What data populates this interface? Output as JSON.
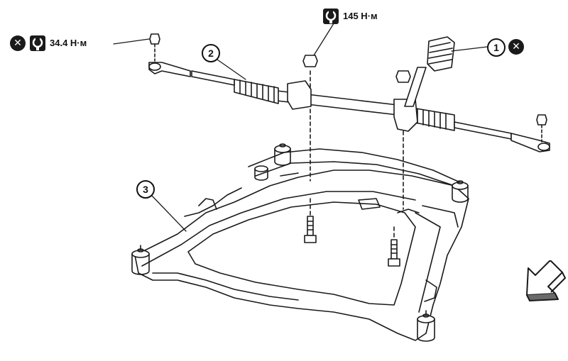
{
  "torque": {
    "tie_rod_nut": "34.4 Н·м",
    "mount_bolt": "145 Н·м"
  },
  "callouts": {
    "c1": "1",
    "c2": "2",
    "c3": "3"
  },
  "icons": {
    "no_reuse": "x-circle-icon",
    "torque_wrench": "torque-wrench-icon",
    "front_arrow": "front-direction-arrow-icon"
  },
  "colors": {
    "ink": "#1a1a1a",
    "fill": "#ffffff",
    "shade": "#9a9a9a"
  }
}
